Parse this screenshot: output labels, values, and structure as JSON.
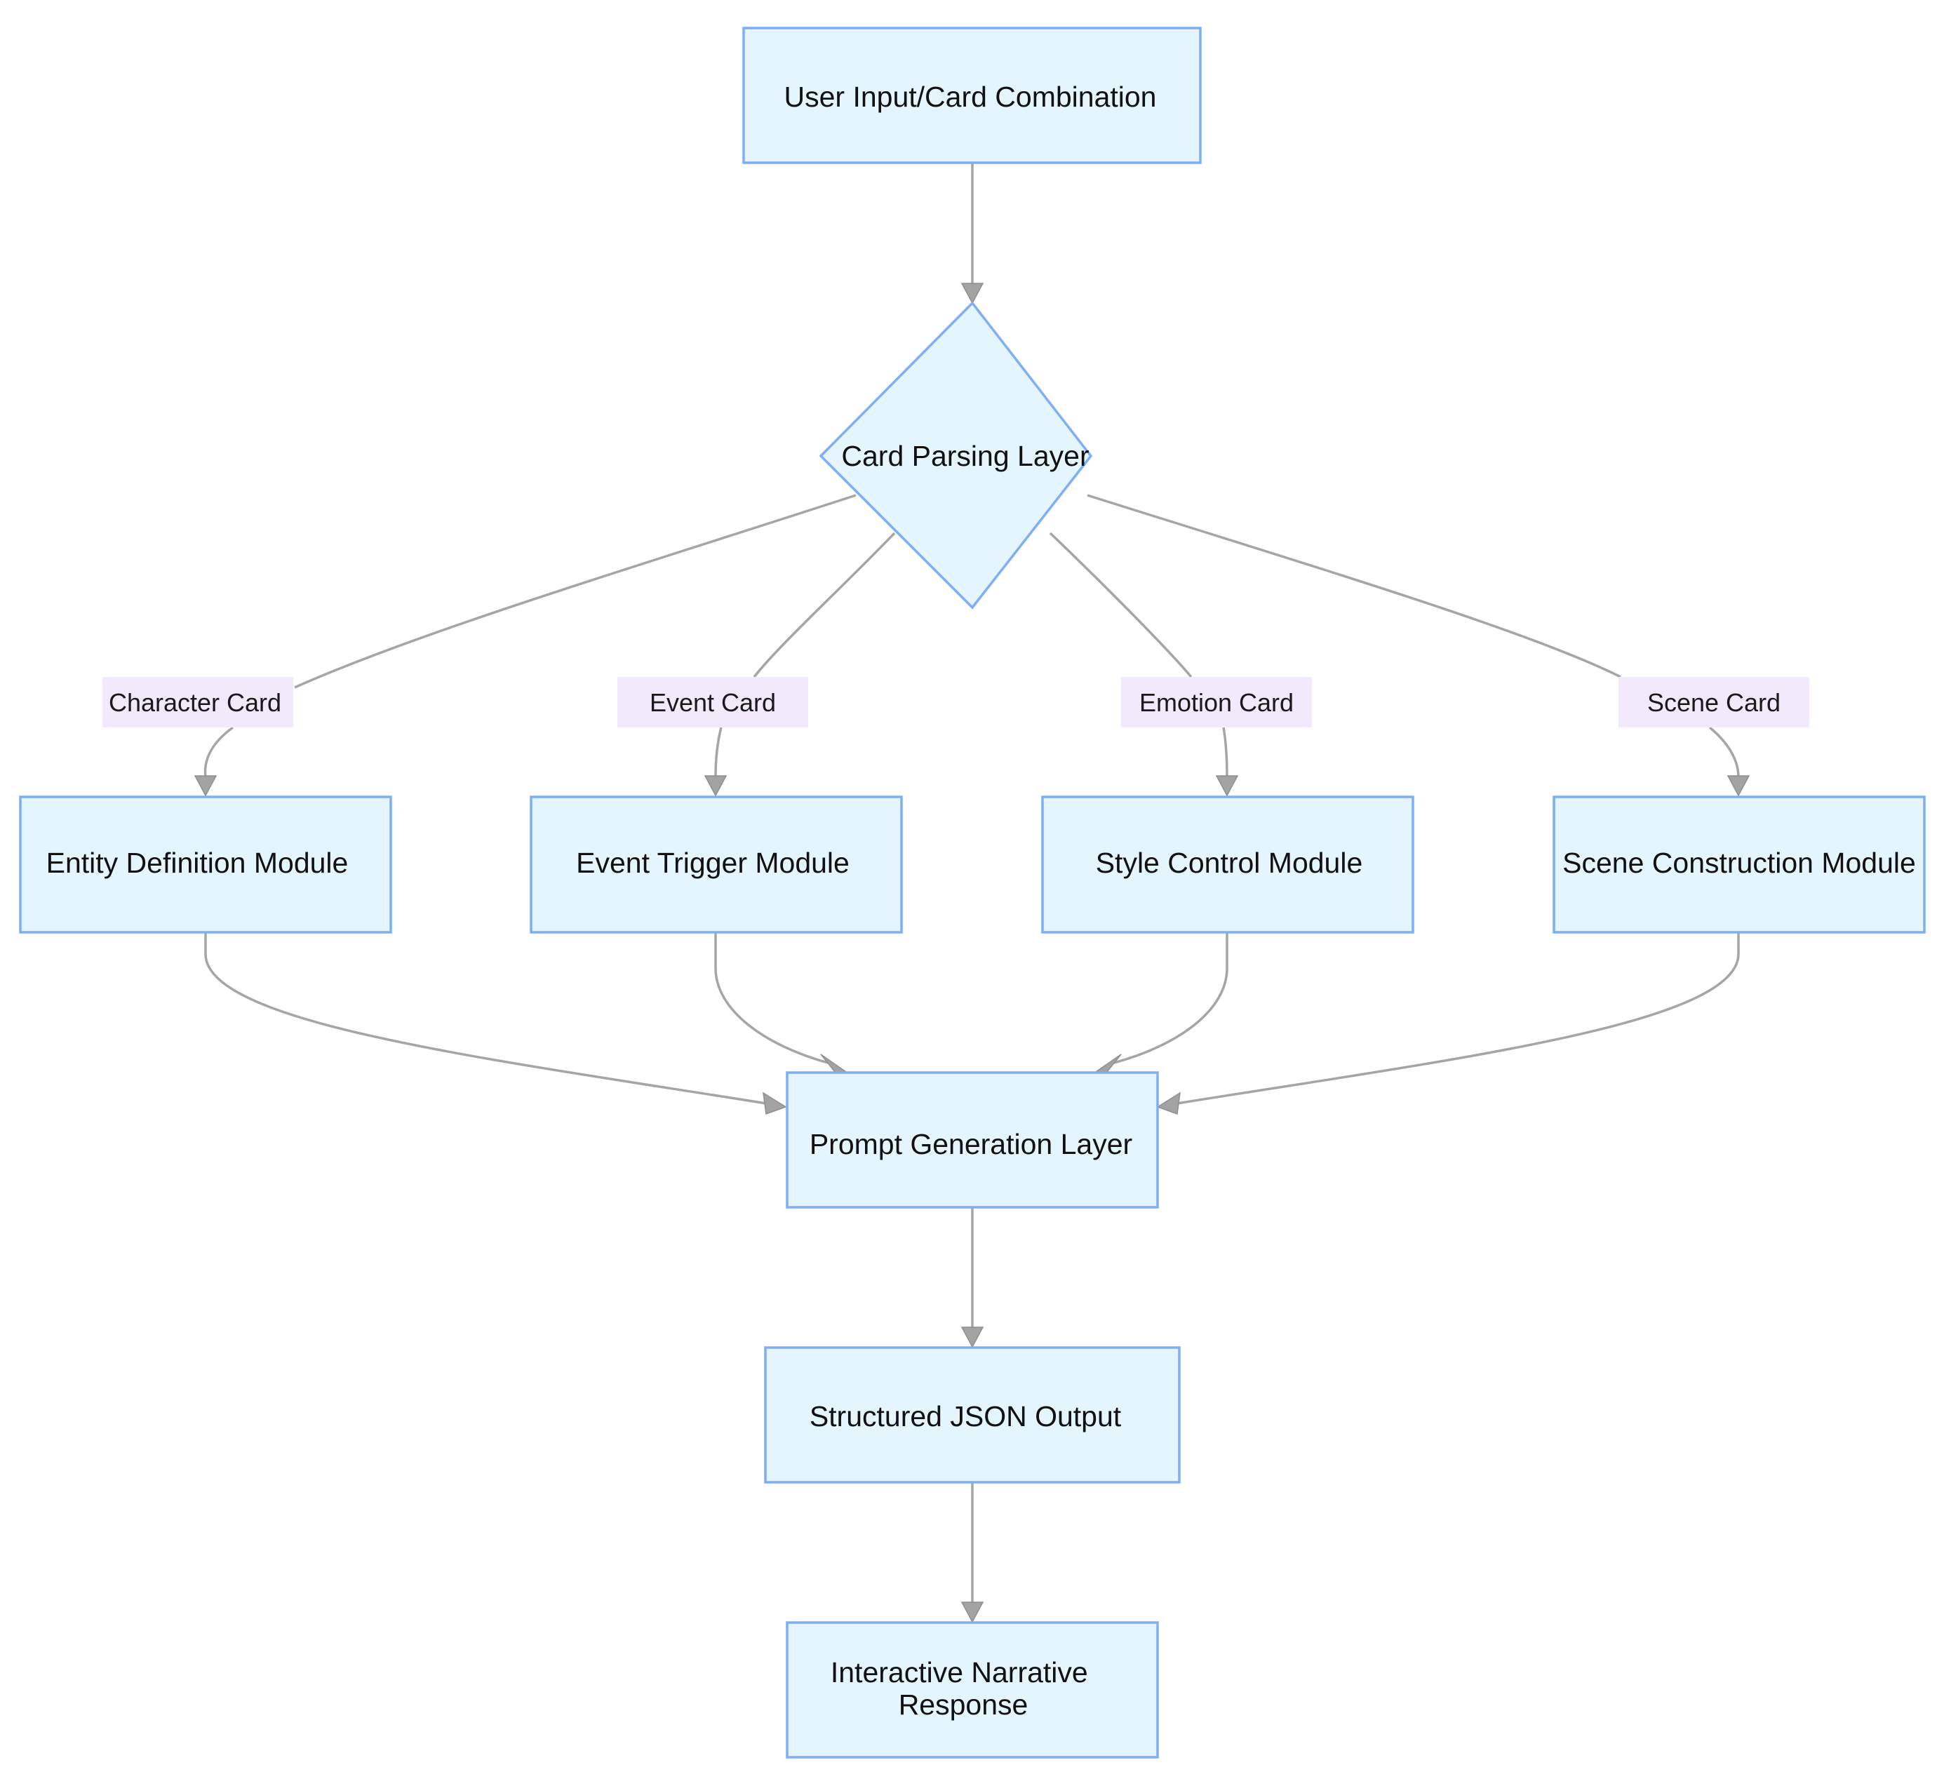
{
  "diagram": {
    "type": "flowchart",
    "direction": "top-down",
    "colors": {
      "node_fill": "#e5f5fd",
      "node_stroke": "#7eaef6",
      "edge": "#a5a5a5",
      "edge_label_bg": "#f2e9fb",
      "text": "#111111"
    },
    "nodes": {
      "user_input": {
        "label": "User Input/Card Combination",
        "shape": "rectangle"
      },
      "card_parsing": {
        "label": "Card Parsing Layer",
        "shape": "diamond"
      },
      "entity_definition": {
        "label": "Entity Definition Module",
        "shape": "rectangle"
      },
      "event_trigger": {
        "label": "Event Trigger Module",
        "shape": "rectangle"
      },
      "style_control": {
        "label": "Style Control Module",
        "shape": "rectangle"
      },
      "scene_construction": {
        "label": "Scene Construction Module",
        "shape": "rectangle"
      },
      "prompt_generation": {
        "label": "Prompt Generation Layer",
        "shape": "rectangle"
      },
      "structured_json": {
        "label": "Structured JSON Output",
        "shape": "rectangle"
      },
      "interactive_narrative": {
        "label_line1": "Interactive Narrative",
        "label_line2": "Response",
        "shape": "rectangle"
      }
    },
    "edge_labels": {
      "character_card": "Character Card",
      "event_card": "Event Card",
      "emotion_card": "Emotion Card",
      "scene_card": "Scene Card"
    },
    "edges": [
      {
        "from": "user_input",
        "to": "card_parsing",
        "label": ""
      },
      {
        "from": "card_parsing",
        "to": "entity_definition",
        "label": "Character Card"
      },
      {
        "from": "card_parsing",
        "to": "event_trigger",
        "label": "Event Card"
      },
      {
        "from": "card_parsing",
        "to": "style_control",
        "label": "Emotion Card"
      },
      {
        "from": "card_parsing",
        "to": "scene_construction",
        "label": "Scene Card"
      },
      {
        "from": "entity_definition",
        "to": "prompt_generation",
        "label": ""
      },
      {
        "from": "event_trigger",
        "to": "prompt_generation",
        "label": ""
      },
      {
        "from": "style_control",
        "to": "prompt_generation",
        "label": ""
      },
      {
        "from": "scene_construction",
        "to": "prompt_generation",
        "label": ""
      },
      {
        "from": "prompt_generation",
        "to": "structured_json",
        "label": ""
      },
      {
        "from": "structured_json",
        "to": "interactive_narrative",
        "label": ""
      }
    ]
  }
}
